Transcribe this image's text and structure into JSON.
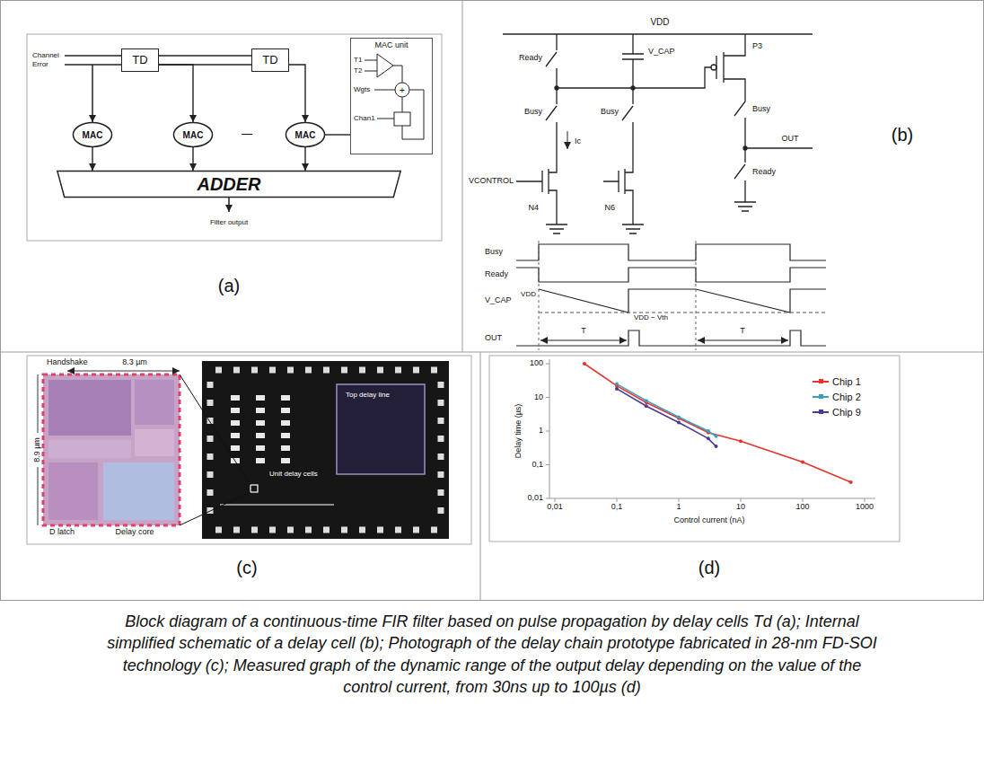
{
  "diagram": {
    "caption": "Block diagram of a continuous-time FIR filter based on pulse propagation by delay cells Td (a); Internal simplified schematic of a delay cell (b); Photograph of the delay chain prototype fabricated in 28-nm FD-SOI technology (c); Measured graph of the dynamic range of the output delay depending on the value of the control current, from 30ns up to 100µs (d)",
    "nodes": [
      {
        "text": [
          "TD"
        ]
      },
      {
        "text": [
          "TD"
        ]
      },
      {
        "text": [
          "MAC"
        ]
      },
      {
        "text": [
          "MAC"
        ]
      },
      {
        "text": [
          "MAC"
        ]
      },
      {
        "text": [
          "ADDER"
        ]
      },
      {
        "text": [
          "MAC unit"
        ]
      }
    ],
    "edges": [
      {
        "from": 0,
        "to": 1,
        "arrow": "none"
      },
      {
        "from": 0,
        "to": 3,
        "arrow": "to"
      },
      {
        "from": 1,
        "to": 4,
        "arrow": "to"
      },
      {
        "from": 2,
        "to": 5,
        "arrow": "to"
      },
      {
        "from": 3,
        "to": 5,
        "arrow": "to"
      },
      {
        "from": 4,
        "to": 5,
        "arrow": "to"
      },
      {
        "from": 4,
        "to": 6,
        "arrow": "none"
      }
    ],
    "labels": [
      "Channel",
      "Error",
      "—",
      "T1",
      "T2",
      "Wgts",
      "Chan1",
      "+",
      "Filter output",
      "(a)",
      "VDD",
      "Ready",
      "V_CAP",
      "P3",
      "Busy",
      "Busy",
      "Busy",
      "Ic",
      "VCONTROL",
      "N4",
      "N6",
      "OUT",
      "Ready",
      "Busy",
      "Ready",
      "V_CAP",
      "VDD",
      "VDD − Vth",
      "OUT",
      "T",
      "T",
      "(b)",
      "Handshake",
      "8.3 µm",
      "8.9 µm",
      "D latch",
      "Delay core",
      "Top delay line",
      "Unit delay cells",
      "(c)",
      "100",
      "10",
      "1",
      "0,1",
      "0,01",
      "0,01",
      "0,1",
      "1",
      "10",
      "100",
      "1000",
      "Delay time (µs)",
      "Control current (nA)",
      "(d)"
    ],
    "legend": [
      {
        "text": "Chip 1",
        "color": "#e8332b"
      },
      {
        "text": "Chip 2",
        "color": "#3a9fb8"
      },
      {
        "text": "Chip 9",
        "color": "#4b3a8f"
      }
    ]
  }
}
